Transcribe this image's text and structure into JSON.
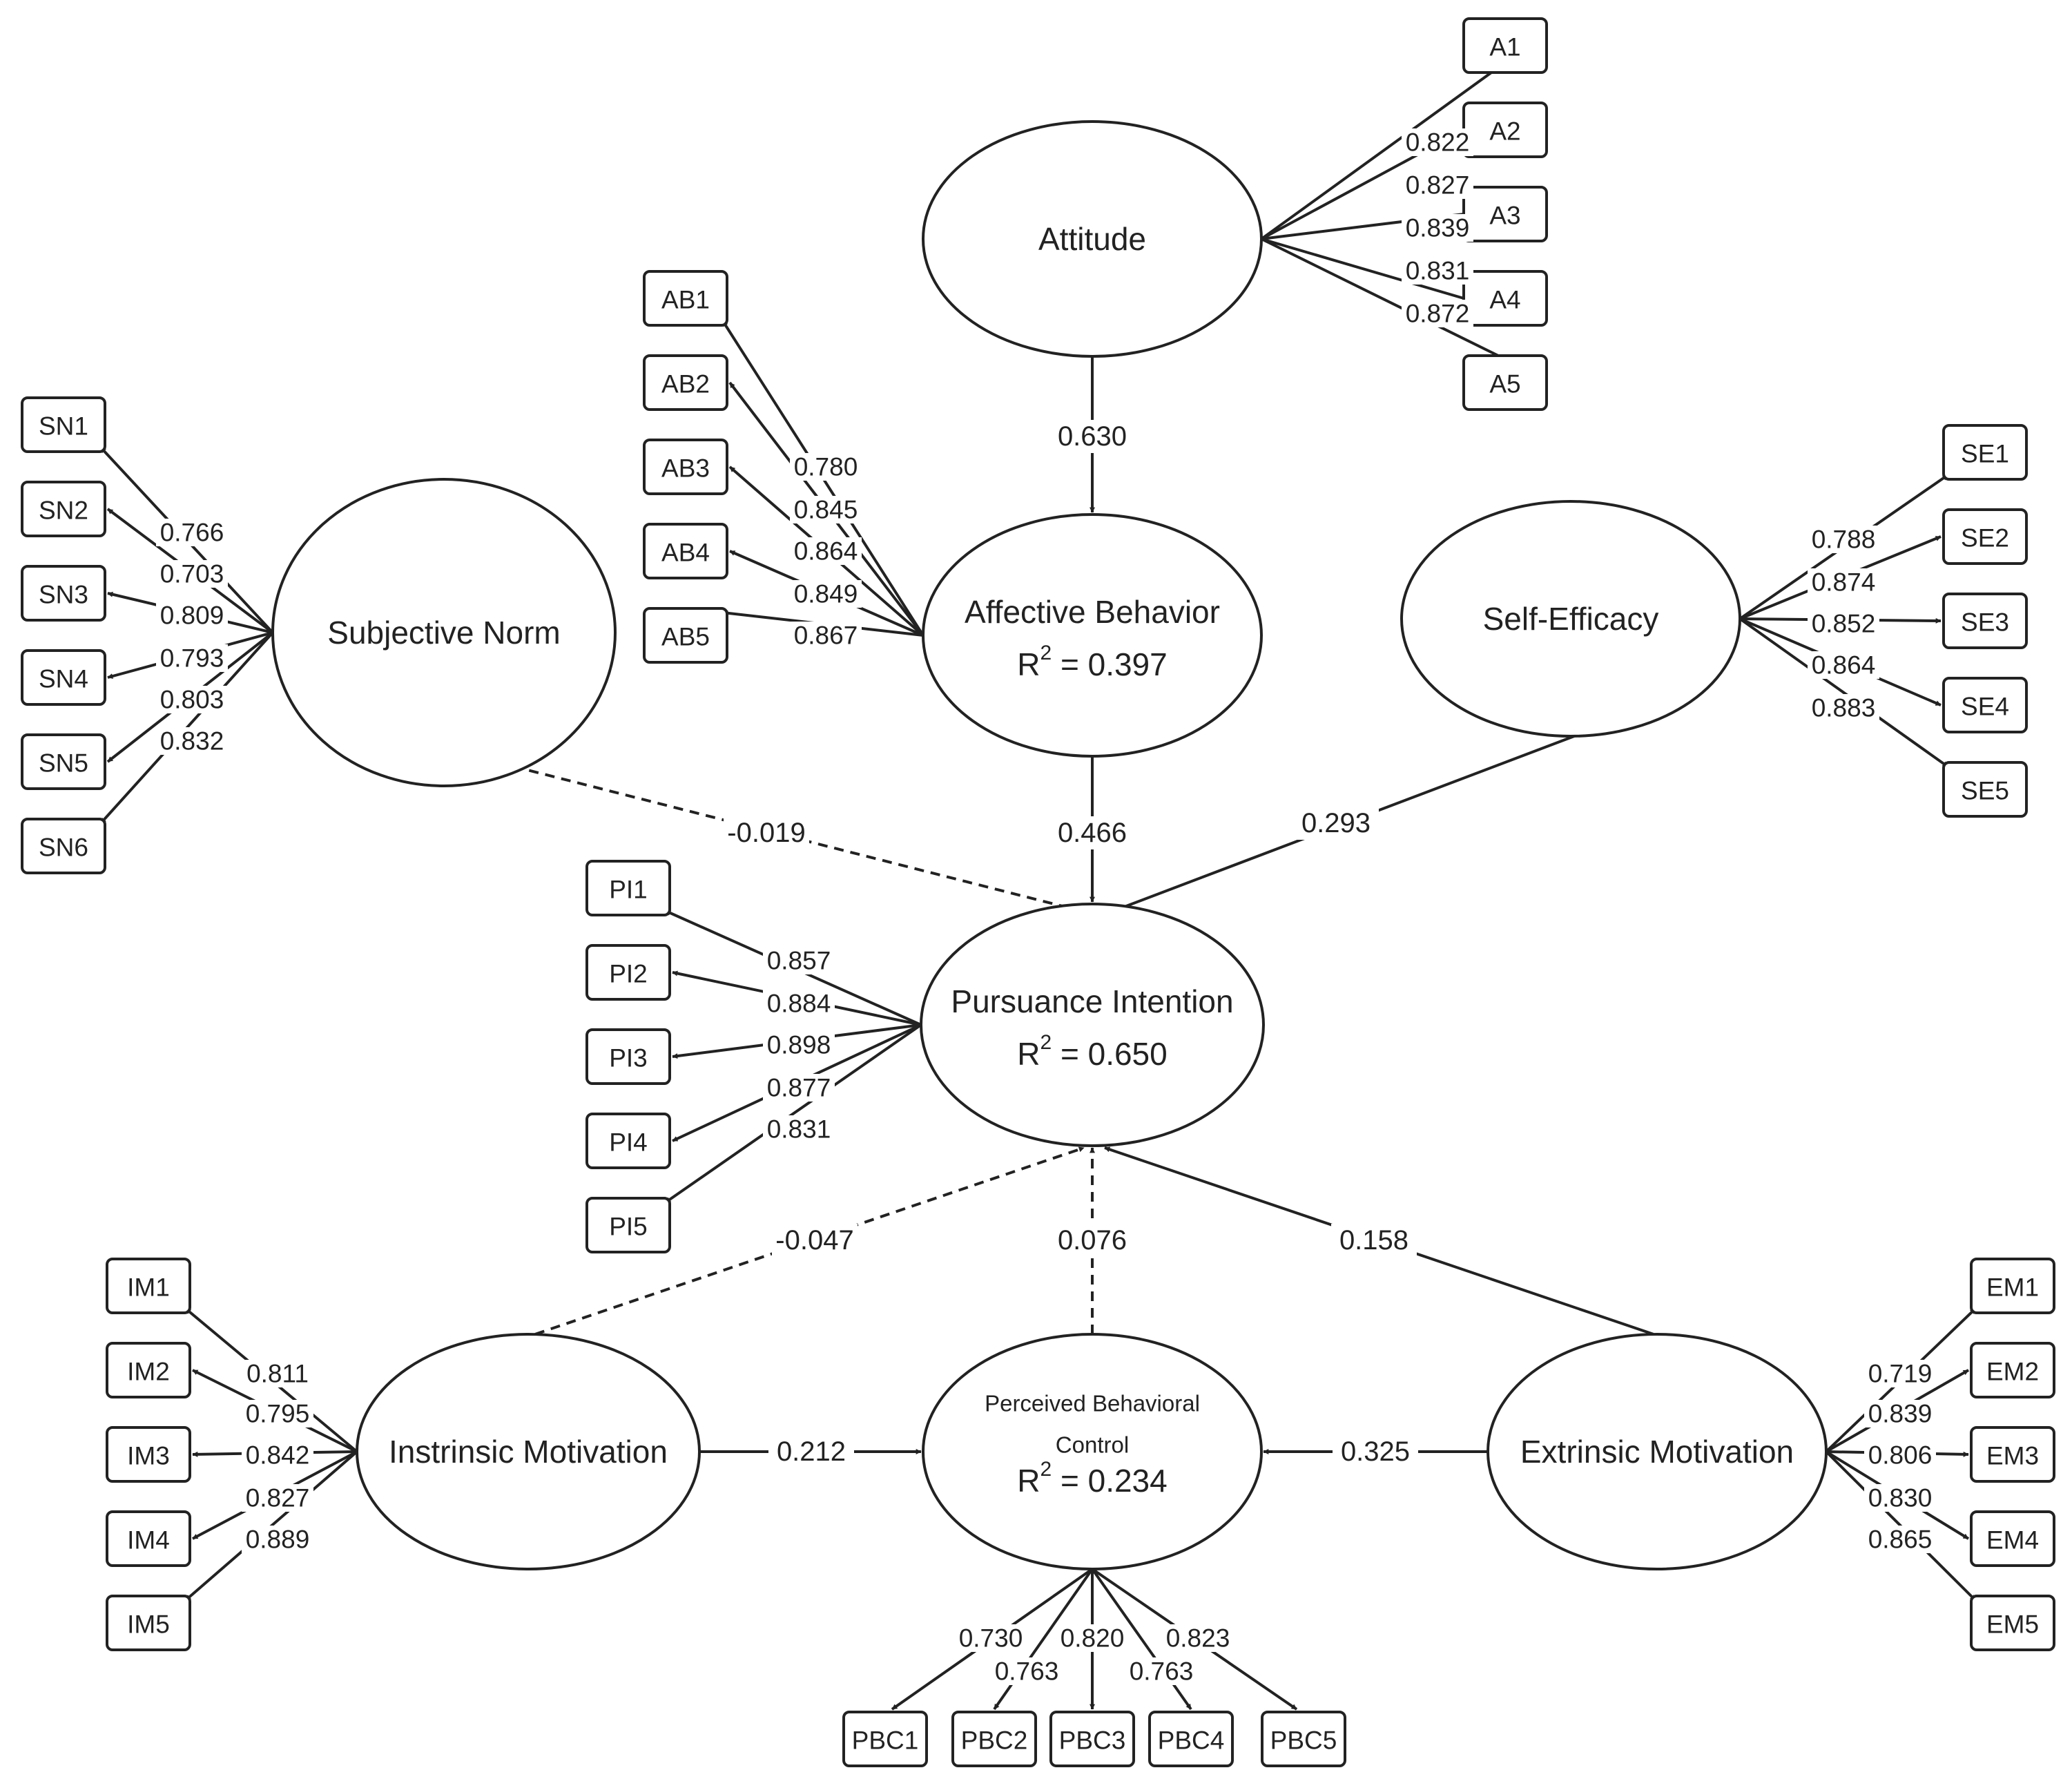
{
  "constructs": [
    {
      "id": "AT",
      "label": "Attitude"
    },
    {
      "id": "AB",
      "label": "Affective Behavior",
      "r2": "0.397"
    },
    {
      "id": "SE",
      "label": "Self-Efficacy"
    },
    {
      "id": "SN",
      "label": "Subjective Norm"
    },
    {
      "id": "PI",
      "label": "Pursuance Intention",
      "r2": "0.650"
    },
    {
      "id": "IM",
      "label": "Instrinsic Motivation"
    },
    {
      "id": "PBC",
      "label": [
        "Perceived Behavioral",
        "Control"
      ],
      "r2": "0.234"
    },
    {
      "id": "EM",
      "label": "Extrinsic Motivation"
    }
  ],
  "r2_prefix": "R",
  "r2_sup": "2",
  "r2_suffix": " = ",
  "indicators": {
    "AT": [
      {
        "label": "A1",
        "loading": "0.822"
      },
      {
        "label": "A2",
        "loading": "0.827"
      },
      {
        "label": "A3",
        "loading": "0.839"
      },
      {
        "label": "A4",
        "loading": "0.831"
      },
      {
        "label": "A5",
        "loading": "0.872"
      }
    ],
    "AB": [
      {
        "label": "AB1",
        "loading": "0.780"
      },
      {
        "label": "AB2",
        "loading": "0.845"
      },
      {
        "label": "AB3",
        "loading": "0.864"
      },
      {
        "label": "AB4",
        "loading": "0.849"
      },
      {
        "label": "AB5",
        "loading": "0.867"
      }
    ],
    "SN": [
      {
        "label": "SN1",
        "loading": "0.766"
      },
      {
        "label": "SN2",
        "loading": "0.703"
      },
      {
        "label": "SN3",
        "loading": "0.809"
      },
      {
        "label": "SN4",
        "loading": "0.793"
      },
      {
        "label": "SN5",
        "loading": "0.803"
      },
      {
        "label": "SN6",
        "loading": "0.832"
      }
    ],
    "SE": [
      {
        "label": "SE1",
        "loading": "0.788"
      },
      {
        "label": "SE2",
        "loading": "0.874"
      },
      {
        "label": "SE3",
        "loading": "0.852"
      },
      {
        "label": "SE4",
        "loading": "0.864"
      },
      {
        "label": "SE5",
        "loading": "0.883"
      }
    ],
    "PI": [
      {
        "label": "PI1",
        "loading": "0.857"
      },
      {
        "label": "PI2",
        "loading": "0.884"
      },
      {
        "label": "PI3",
        "loading": "0.898"
      },
      {
        "label": "PI4",
        "loading": "0.877"
      },
      {
        "label": "PI5",
        "loading": "0.831"
      }
    ],
    "IM": [
      {
        "label": "IM1",
        "loading": "0.811"
      },
      {
        "label": "IM2",
        "loading": "0.795"
      },
      {
        "label": "IM3",
        "loading": "0.842"
      },
      {
        "label": "IM4",
        "loading": "0.827"
      },
      {
        "label": "IM5",
        "loading": "0.889"
      }
    ],
    "EM": [
      {
        "label": "EM1",
        "loading": "0.719"
      },
      {
        "label": "EM2",
        "loading": "0.839"
      },
      {
        "label": "EM3",
        "loading": "0.806"
      },
      {
        "label": "EM4",
        "loading": "0.830"
      },
      {
        "label": "EM5",
        "loading": "0.865"
      }
    ],
    "PBC": [
      {
        "label": "PBC1",
        "loading": "0.730"
      },
      {
        "label": "PBC2",
        "loading": "0.763"
      },
      {
        "label": "PBC3",
        "loading": "0.820"
      },
      {
        "label": "PBC4",
        "loading": "0.763"
      },
      {
        "label": "PBC5",
        "loading": "0.823"
      }
    ]
  },
  "paths": [
    {
      "from": "AT",
      "to": "AB",
      "coef": "0.630",
      "significant": true
    },
    {
      "from": "AB",
      "to": "PI",
      "coef": "0.466",
      "significant": true
    },
    {
      "from": "SE",
      "to": "PI",
      "coef": "0.293",
      "significant": true
    },
    {
      "from": "SN",
      "to": "PI",
      "coef": "-0.019",
      "significant": false
    },
    {
      "from": "IM",
      "to": "PI",
      "coef": "-0.047",
      "significant": false
    },
    {
      "from": "PBC",
      "to": "PI",
      "coef": "0.076",
      "significant": false
    },
    {
      "from": "EM",
      "to": "PI",
      "coef": "0.158",
      "significant": true
    },
    {
      "from": "IM",
      "to": "PBC",
      "coef": "0.212",
      "significant": true
    },
    {
      "from": "EM",
      "to": "PBC",
      "coef": "0.325",
      "significant": true
    }
  ]
}
